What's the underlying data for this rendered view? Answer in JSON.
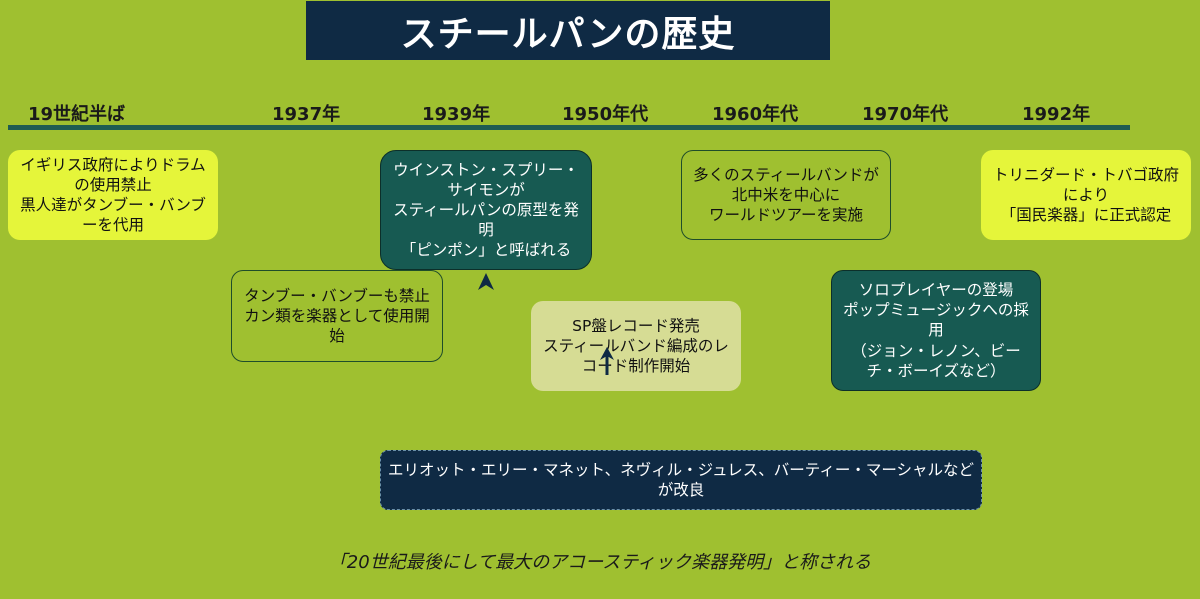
{
  "title": "スチールパンの歴史",
  "years": [
    "19世紀半ば",
    "1937年",
    "1939年",
    "1950年代",
    "1960年代",
    "1970年代",
    "1992年"
  ],
  "events": {
    "e19c": "イギリス政府によりドラムの使用禁止\n黒人達がタンブー・バンブーを代用",
    "e1937": "タンブー・バンブーも禁止\nカン類を楽器として使用開始",
    "e1939": "ウインストン・スプリー・サイモンが\nスティールパンの原型を発明\n「ピンポン」と呼ばれる",
    "e1950": "SP盤レコード発売\nスティールバンド編成のレコード制作開始",
    "e1960": "多くのスティールバンドが\n北中米を中心に\nワールドツアーを実施",
    "e1970": "ソロプレイヤーの登場\nポップミュージックへの採用\n（ジョン・レノン、ビーチ・ボーイズなど）",
    "e1992": "トリニダード・トバゴ政府により\n「国民楽器」に正式認定",
    "improvers": "エリオット・エリー・マネット、ネヴィル・ジュレス、バーティー・マーシャルなどが改良"
  },
  "footer": "「20世紀最後にして最大のアコースティック楽器発明」と称される",
  "colors": {
    "background": "#9fc030",
    "title_bg": "#0f2a44",
    "timeline": "#1e5c52",
    "yellow_box": "#e5f53a",
    "teal_box": "#175a52",
    "beige_box": "#d6dc94",
    "navy_box": "#0f2a44"
  }
}
